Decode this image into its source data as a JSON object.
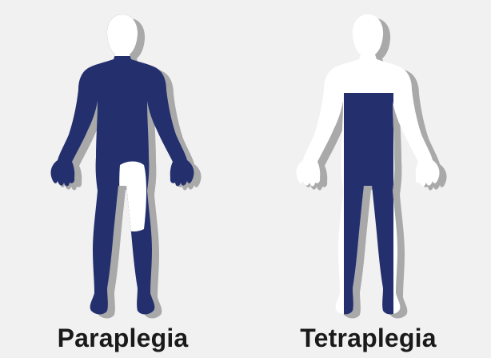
{
  "colors": {
    "background": "#f1f1f1",
    "affected": "#24306e",
    "unaffected": "#ffffff",
    "shadow": "#a9a9a9",
    "highlight": "#2f6c8c",
    "caption_text": "#1a1a1a"
  },
  "figures": [
    {
      "label": "Paraplegia",
      "icon": "body-figure-paraplegia"
    },
    {
      "label": "Tetraplegia",
      "icon": "body-figure-tetraplegia"
    }
  ]
}
